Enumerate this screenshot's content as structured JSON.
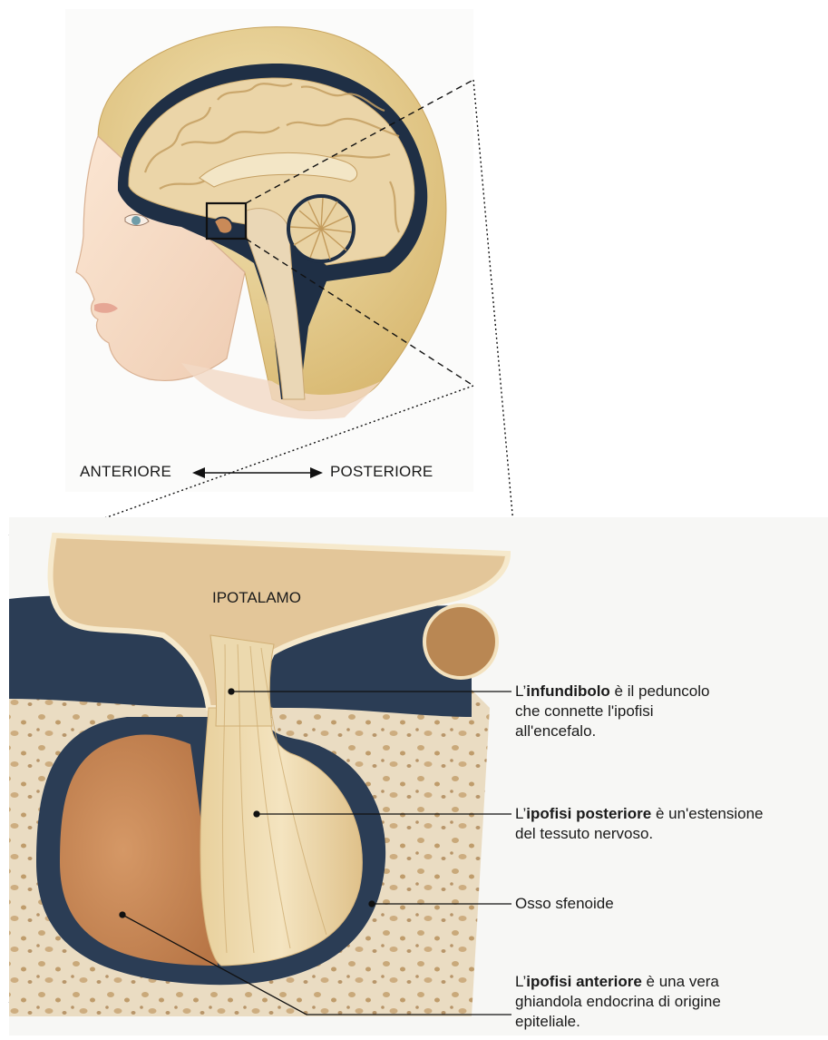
{
  "orientation": {
    "anterior": "ANTERIORE",
    "posterior": "POSTERIORE"
  },
  "regions": {
    "hypothalamus": "IPOTALAMO"
  },
  "callouts": [
    {
      "id": "infundibolo",
      "prefix": "L’",
      "bold": "infundibolo",
      "rest": " è il peduncolo",
      "lines": [
        "che connette l'ipofisi",
        "all'encefalo."
      ]
    },
    {
      "id": "ipofisi-posteriore",
      "prefix": "L’",
      "bold": "ipofisi posteriore",
      "rest": " è un'estensione",
      "lines": [
        "del tessuto nervoso."
      ]
    },
    {
      "id": "osso-sfenoide",
      "prefix": "",
      "bold": "",
      "rest": "Osso sfenoide",
      "lines": []
    },
    {
      "id": "ipofisi-anteriore",
      "prefix": "L’",
      "bold": "ipofisi anteriore",
      "rest": " è una vera",
      "lines": [
        "ghiandola endocrina di origine",
        "epiteliale."
      ]
    }
  ],
  "colors": {
    "skin": "#f4d9c3",
    "hair": "#e8cf8f",
    "brain": "#e9d3a6",
    "csf_dark": "#1f2f45",
    "bone": "#e8d7bb",
    "anterior_pituitary": "#c98a58",
    "posterior_pituitary": "#ead6a9",
    "background_panel": "#f7f7f5"
  }
}
